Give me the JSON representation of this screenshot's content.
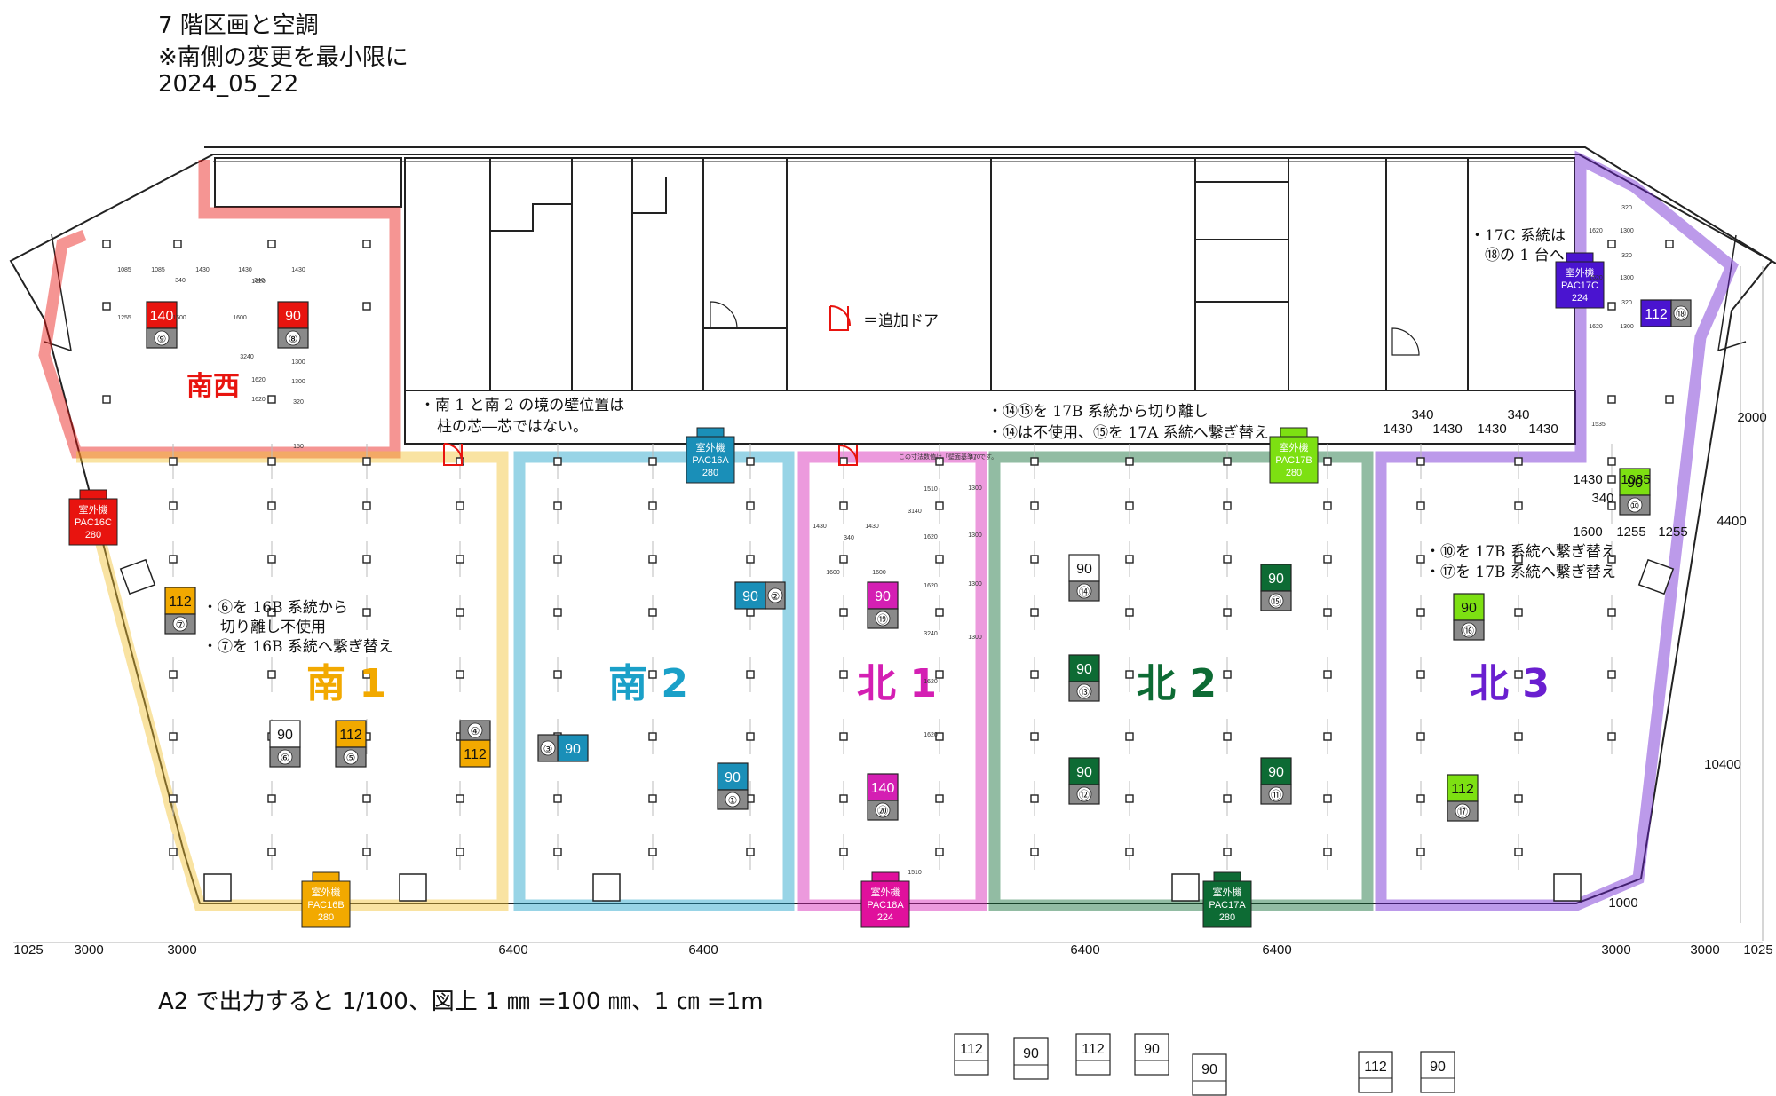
{
  "header": {
    "line1": "7 階区画と空調",
    "line2": "※南側の変更を最小限に",
    "line3": "2024_05_22"
  },
  "footer": "A2 で出力すると 1/100、図上 1 ㎜ =100 ㎜、1 ㎝ =1m",
  "zones": [
    {
      "id": "nansei",
      "label": "南西",
      "color": "#e8140f"
    },
    {
      "id": "minami1",
      "label": "南 1",
      "color": "#f2a900"
    },
    {
      "id": "minami2",
      "label": "南 2",
      "color": "#1aa0c8"
    },
    {
      "id": "kita1",
      "label": "北 1",
      "color": "#d41fb3"
    },
    {
      "id": "kita2",
      "label": "北 2",
      "color": "#0d6b34"
    },
    {
      "id": "kita3",
      "label": "北 3",
      "color": "#6a1fd0"
    }
  ],
  "notes": {
    "door_legend": "＝追加ドア",
    "wall_1": "・南 1 と南 2 の境の壁位置は",
    "wall_2": "柱の芯―芯ではない。",
    "sys17b_1": "・⑭⑮を 17B 系統から切り離し",
    "sys17b_2": "・⑭は不使用、⑮を 17A 系統へ繋ぎ替え",
    "sys17c_1": "・17C 系統は",
    "sys17c_2": "⑱の 1 台へ",
    "unit6_1": "・⑥を 16B 系統から",
    "unit6_2": "切り離し不使用",
    "unit6_3": "・⑦を 16B 系統へ繋ぎ替え",
    "unit10_1": "・⑩を 17B 系統へ繋ぎ替え",
    "unit10_2": "・⑰を 17B 系統へ繋ぎ替え",
    "small_note": "この寸法数値は「壁面基準」です。"
  },
  "outdoor_units": [
    {
      "label": "室外機",
      "model": "PAC16C",
      "capacity": "280",
      "color": "#e8140f"
    },
    {
      "label": "室外機",
      "model": "PAC16A",
      "capacity": "280",
      "color": "#1a8fb8"
    },
    {
      "label": "室外機",
      "model": "PAC17B",
      "capacity": "280",
      "color": "#7de012"
    },
    {
      "label": "室外機",
      "model": "PAC17C",
      "capacity": "224",
      "color": "#4a14d0"
    },
    {
      "label": "室外機",
      "model": "PAC16B",
      "capacity": "280",
      "color": "#f2a900"
    },
    {
      "label": "室外機",
      "model": "PAC18A",
      "capacity": "224",
      "color": "#e0109c"
    },
    {
      "label": "室外機",
      "model": "PAC17A",
      "capacity": "280",
      "color": "#0d6b34"
    }
  ],
  "indoor_units": [
    {
      "cap": "140",
      "id": "⑨",
      "color": "#e8140f"
    },
    {
      "cap": "90",
      "id": "⑧",
      "color": "#e8140f"
    },
    {
      "cap": "112",
      "id": "⑦",
      "color": "#f2a900"
    },
    {
      "cap": "90",
      "id": "⑥",
      "color": "#ffffff"
    },
    {
      "cap": "112",
      "id": "⑤",
      "color": "#f2a900"
    },
    {
      "cap": "112",
      "id": "④",
      "color": "#f2a900"
    },
    {
      "cap": "90",
      "id": "②",
      "color": "#1a8fb8"
    },
    {
      "cap": "90",
      "id": "③",
      "color": "#1a8fb8"
    },
    {
      "cap": "90",
      "id": "①",
      "color": "#1a8fb8"
    },
    {
      "cap": "90",
      "id": "⑲",
      "color": "#d41fb3"
    },
    {
      "cap": "140",
      "id": "⑳",
      "color": "#d41fb3"
    },
    {
      "cap": "90",
      "id": "⑭",
      "color": "#ffffff"
    },
    {
      "cap": "90",
      "id": "⑬",
      "color": "#0d6b34"
    },
    {
      "cap": "90",
      "id": "⑫",
      "color": "#0d6b34"
    },
    {
      "cap": "90",
      "id": "⑮",
      "color": "#0d6b34"
    },
    {
      "cap": "90",
      "id": "⑪",
      "color": "#0d6b34"
    },
    {
      "cap": "90",
      "id": "⑯",
      "color": "#7de012"
    },
    {
      "cap": "112",
      "id": "⑰",
      "color": "#7de012"
    },
    {
      "cap": "90",
      "id": "⑩",
      "color": "#7de012"
    },
    {
      "cap": "112",
      "id": "⑱",
      "color": "#4a14d0"
    }
  ],
  "legend_units": [
    "112",
    "90",
    "112",
    "90",
    "90",
    "112",
    "90"
  ],
  "dimensions": {
    "bottom": [
      "1025",
      "3000",
      "3000",
      "6400",
      "6400",
      "6400",
      "6400",
      "3000",
      "3000",
      "1025"
    ],
    "right": [
      "2000",
      "4400",
      "10400",
      "1000"
    ],
    "top_right": [
      "340",
      "340",
      "1430",
      "1430",
      "1430",
      "1430"
    ],
    "kita3": [
      "1430",
      "340",
      "1085",
      "1600",
      "1255",
      "1255"
    ],
    "nansei": [
      "1085",
      "1085",
      "1430",
      "1430",
      "1430",
      "340",
      "340",
      "1255",
      "1600",
      "1600",
      "1620",
      "1300",
      "1620",
      "1300",
      "1620",
      "3240",
      "320",
      "150"
    ],
    "kita1": [
      "1510",
      "3140",
      "1430",
      "1430",
      "1620",
      "340",
      "1600",
      "1600",
      "1620",
      "3240",
      "1620",
      "1620",
      "1510",
      "470",
      "1300",
      "1300",
      "1300",
      "1300"
    ],
    "right_small": [
      "320",
      "1620",
      "1300",
      "320",
      "1620",
      "1300",
      "320",
      "1620",
      "1300",
      "1535"
    ]
  }
}
